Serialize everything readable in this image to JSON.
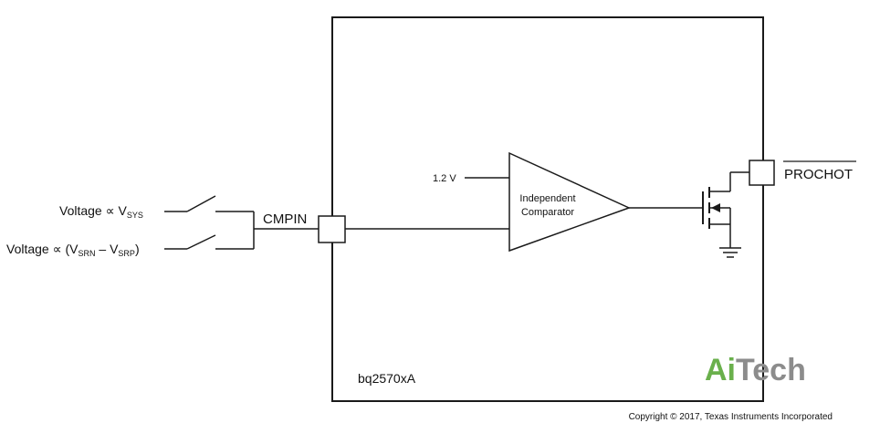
{
  "diagram": {
    "chip_name": "bq2570xA",
    "pin_cmpin": "CMPIN",
    "pin_prochot": "PROCHOT",
    "ref_voltage": "1.2 V",
    "comparator": {
      "line1": "Independent",
      "line2": "Comparator"
    },
    "input1": {
      "prefix": "Voltage ∝ V",
      "sub": "SYS"
    },
    "input2": {
      "prefix": "Voltage ∝ (V",
      "sub1": "SRN",
      "mid": " – V",
      "sub2": "SRP",
      "suffix": ")"
    }
  },
  "watermark": {
    "part1": "Ai",
    "part2": "Tech",
    "color1": "#6ab04c",
    "color2": "#8c8c8c"
  },
  "copyright": "Copyright © 2017, Texas Instruments Incorporated"
}
